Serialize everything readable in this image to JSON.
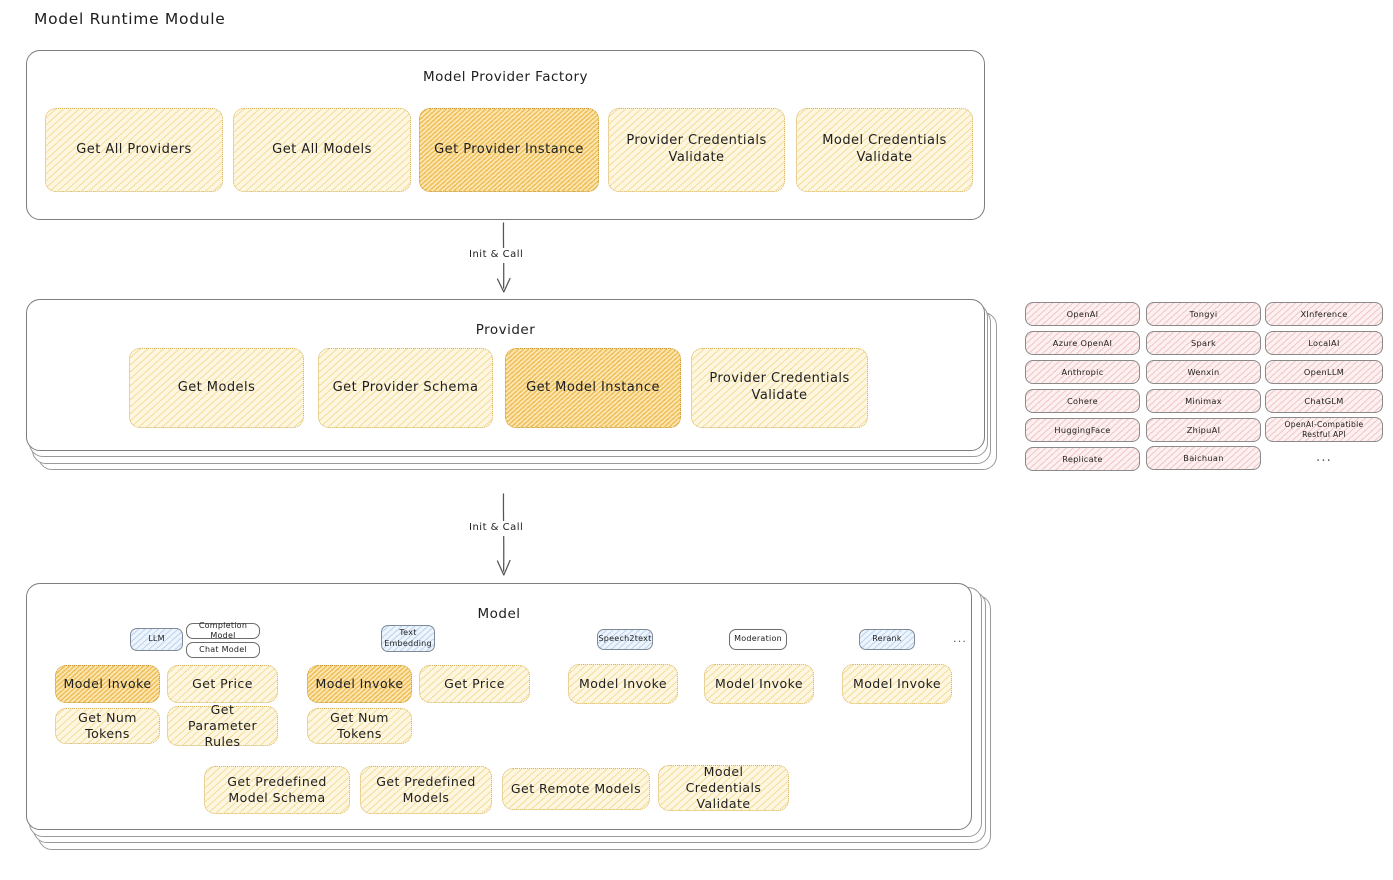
{
  "page": {
    "title": "Model Runtime Module",
    "background": "#ffffff",
    "accent_amber": "#f0c45a",
    "accent_amber_strong": "#eab034",
    "accent_pink": "#e29292",
    "accent_blue": "#82afe1",
    "stroke": "#1e1e1e"
  },
  "factory": {
    "title": "Model Provider Factory",
    "nodes": [
      {
        "label": "Get All Providers",
        "highlight": false
      },
      {
        "label": "Get All Models",
        "highlight": false
      },
      {
        "label": "Get Provider Instance",
        "highlight": true
      },
      {
        "label": "Provider Credentials Validate",
        "highlight": false
      },
      {
        "label": "Model Credentials Validate",
        "highlight": false
      }
    ]
  },
  "arrow_factory_to_provider": {
    "label": "Init & Call"
  },
  "provider": {
    "title": "Provider",
    "nodes": [
      {
        "label": "Get Models",
        "highlight": false
      },
      {
        "label": "Get Provider Schema",
        "highlight": false
      },
      {
        "label": "Get Model Instance",
        "highlight": true
      },
      {
        "label": "Provider Credentials Validate",
        "highlight": false
      }
    ]
  },
  "arrow_provider_to_model": {
    "label": "Init & Call"
  },
  "provider_list": {
    "columns": [
      {
        "items": [
          "OpenAI",
          "Azure OpenAI",
          "Anthropic",
          "Cohere",
          "HuggingFace",
          "Replicate"
        ]
      },
      {
        "items": [
          "Tongyi",
          "Spark",
          "Wenxin",
          "Minimax",
          "ZhipuAI",
          "Baichuan"
        ]
      },
      {
        "items": [
          "XInference",
          "LocalAI",
          "OpenLLM",
          "ChatGLM",
          "OpenAI-Compatible Restful API"
        ]
      }
    ],
    "more": "..."
  },
  "model": {
    "title": "Model",
    "more_badge": "...",
    "types": [
      {
        "badge": "LLM",
        "sub_badges": [
          "Completion Model",
          "Chat Model"
        ],
        "nodes": [
          {
            "label": "Model Invoke",
            "highlight": true
          },
          {
            "label": "Get Price",
            "highlight": false
          },
          {
            "label": "Get Num Tokens",
            "highlight": false
          },
          {
            "label": "Get Parameter Rules",
            "highlight": false
          }
        ]
      },
      {
        "badge": "Text Embedding",
        "sub_badges": [],
        "nodes": [
          {
            "label": "Model Invoke",
            "highlight": true
          },
          {
            "label": "Get Price",
            "highlight": false
          },
          {
            "label": "Get Num Tokens",
            "highlight": false
          }
        ]
      },
      {
        "badge": "Speech2text",
        "sub_badges": [],
        "nodes": [
          {
            "label": "Model Invoke",
            "highlight": false
          }
        ]
      },
      {
        "badge": "Moderation",
        "sub_badges": [],
        "nodes": [
          {
            "label": "Model Invoke",
            "highlight": false
          }
        ]
      },
      {
        "badge": "Rerank",
        "sub_badges": [],
        "nodes": [
          {
            "label": "Model Invoke",
            "highlight": false
          }
        ]
      }
    ],
    "shared_nodes": [
      {
        "label": "Get Predefined Model Schema"
      },
      {
        "label": "Get Predefined Models"
      },
      {
        "label": "Get Remote Models"
      },
      {
        "label": "Model Credentials Validate"
      }
    ]
  }
}
